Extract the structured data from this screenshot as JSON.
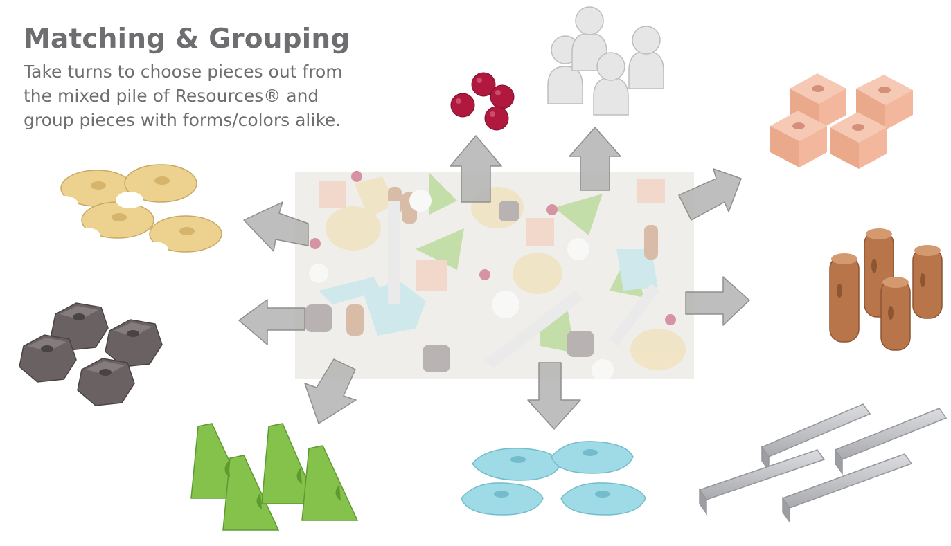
{
  "heading": {
    "title": "Matching & Grouping",
    "lines": [
      "Take turns to choose pieces out from",
      "the mixed pile of Resources® and",
      "group pieces with forms/colors alike."
    ]
  },
  "colors": {
    "text": "#6e6e70",
    "arrow": "#b3b3b3",
    "cream": "#ecd28e",
    "maroon": "#b0183e",
    "white_pegs": "#e6e6e6",
    "peach": "#f2b79c",
    "brown": "#b8754a",
    "dark_stone": "#6a6162",
    "green": "#84c24c",
    "light_blue": "#9fdbe7",
    "rail_gray": "#c3c4c8"
  },
  "groups": [
    {
      "piece": "cream-crescent-discs",
      "count": 4
    },
    {
      "piece": "maroon-balls",
      "count": 4
    },
    {
      "piece": "white-pegs",
      "count": 4
    },
    {
      "piece": "peach-cubes",
      "count": 4
    },
    {
      "piece": "brown-cylinders",
      "count": 4
    },
    {
      "piece": "dark-stones",
      "count": 4
    },
    {
      "piece": "green-triangles",
      "count": 4
    },
    {
      "piece": "blue-tiles",
      "count": 4
    },
    {
      "piece": "gray-rails",
      "count": 4
    }
  ]
}
